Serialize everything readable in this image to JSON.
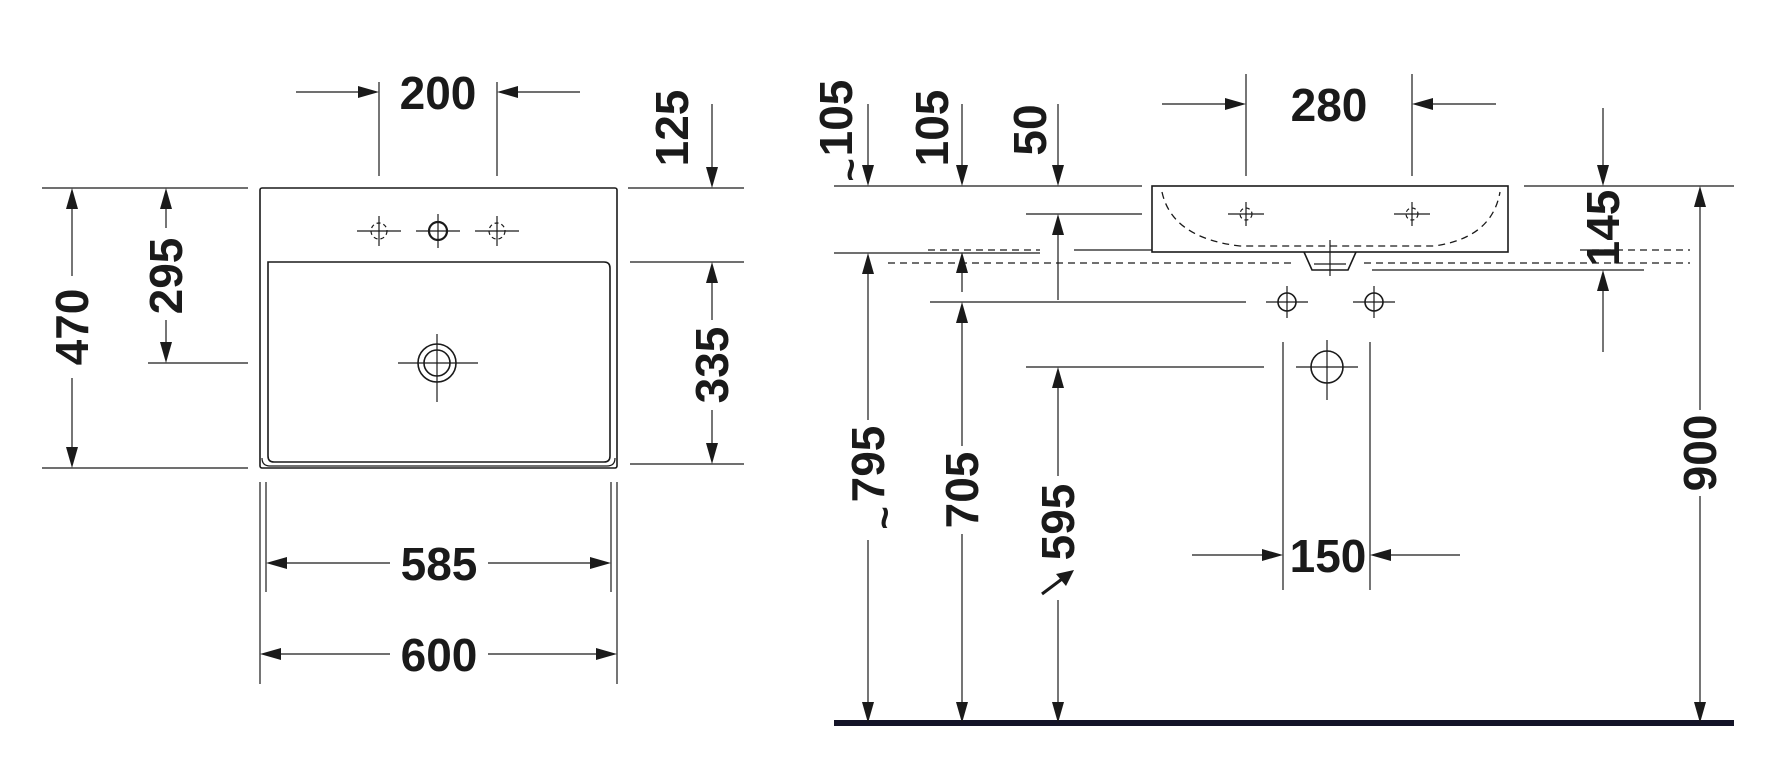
{
  "front_view": {
    "dims": {
      "tap_spacing": "200",
      "tap_from_back": "125",
      "basin_depth": "470",
      "drain_from_back": "295",
      "bowl_depth": "335",
      "inner_width": "585",
      "overall_width": "600"
    }
  },
  "side_view": {
    "dims": {
      "left_105": "105",
      "left_tilde": "~",
      "mid_105": "105",
      "top_50": "50",
      "tap_spacing": "280",
      "rim_height": "145",
      "height_795": "795",
      "height_795_tilde": "~",
      "height_705": "705",
      "height_595": "595",
      "supply_spacing": "150",
      "total_height": "900"
    }
  }
}
